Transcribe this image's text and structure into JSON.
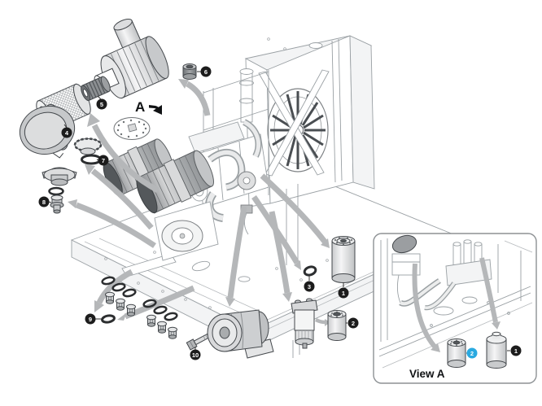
{
  "diagram": {
    "type": "exploded-parts-diagram",
    "detail_marker": "A",
    "inset_caption": "View A",
    "colors": {
      "background": "#ffffff",
      "machine_line": "#9aa0a4",
      "part_line": "#44484c",
      "arrow_gray": "#b5b7b9",
      "callout_black": "#1c1c1c",
      "callout_highlight": "#29a9e0",
      "callout_text": "#ffffff"
    },
    "callouts": [
      {
        "number": "1",
        "target": "oil-filter",
        "highlighted": false
      },
      {
        "number": "2",
        "target": "fuel-filter",
        "highlighted": false
      },
      {
        "number": "3",
        "target": "o-ring-filter",
        "highlighted": false
      },
      {
        "number": "4",
        "target": "air-filter-element",
        "highlighted": false
      },
      {
        "number": "5",
        "target": "air-filter-safety-element",
        "highlighted": false
      },
      {
        "number": "6",
        "target": "breather-element",
        "highlighted": false
      },
      {
        "number": "7",
        "target": "cap-o-ring",
        "highlighted": false
      },
      {
        "number": "8",
        "target": "drain-plug",
        "highlighted": false
      },
      {
        "number": "9",
        "target": "fitting-o-ring",
        "highlighted": false
      },
      {
        "number": "10",
        "target": "bolt",
        "highlighted": false
      },
      {
        "number": "1",
        "target": "view-a-cartridge-right",
        "highlighted": false
      },
      {
        "number": "2",
        "target": "view-a-cartridge-left",
        "highlighted": true
      }
    ]
  }
}
